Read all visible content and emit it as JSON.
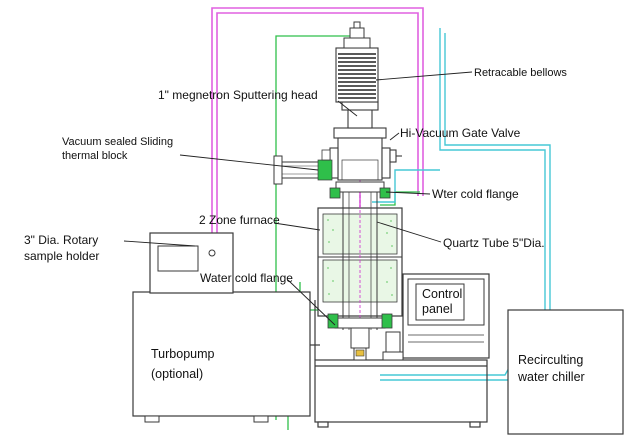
{
  "labels": {
    "retractable_bellows": "Retracable bellows",
    "magnetron_head": "1\" megnetron Sputtering head",
    "gate_valve": "Hi-Vacuum Gate Valve",
    "sliding_block_line1": "Vacuum sealed Sliding",
    "sliding_block_line2": "thermal block",
    "water_cold_flange_top": "Wter cold flange",
    "two_zone_furnace": "2 Zone furnace",
    "rotary_holder_line1": "3\" Dia. Rotary",
    "rotary_holder_line2": "sample holder",
    "quartz_tube": "Quartz Tube 5\"Dia.",
    "water_cold_flange_bottom": "Water cold flange",
    "control_panel_line1": "Control",
    "control_panel_line2": "panel",
    "turbopump_line1": "Turbopump",
    "turbopump_line2": "(optional)",
    "chiller_line1": "Recirculting",
    "chiller_line2": "water chiller"
  },
  "colors": {
    "outline": "#3a3a3a",
    "green_line": "#2fbf4a",
    "magenta_line": "#e060e0",
    "cyan_line": "#46c8d6",
    "leader": "#222222"
  }
}
